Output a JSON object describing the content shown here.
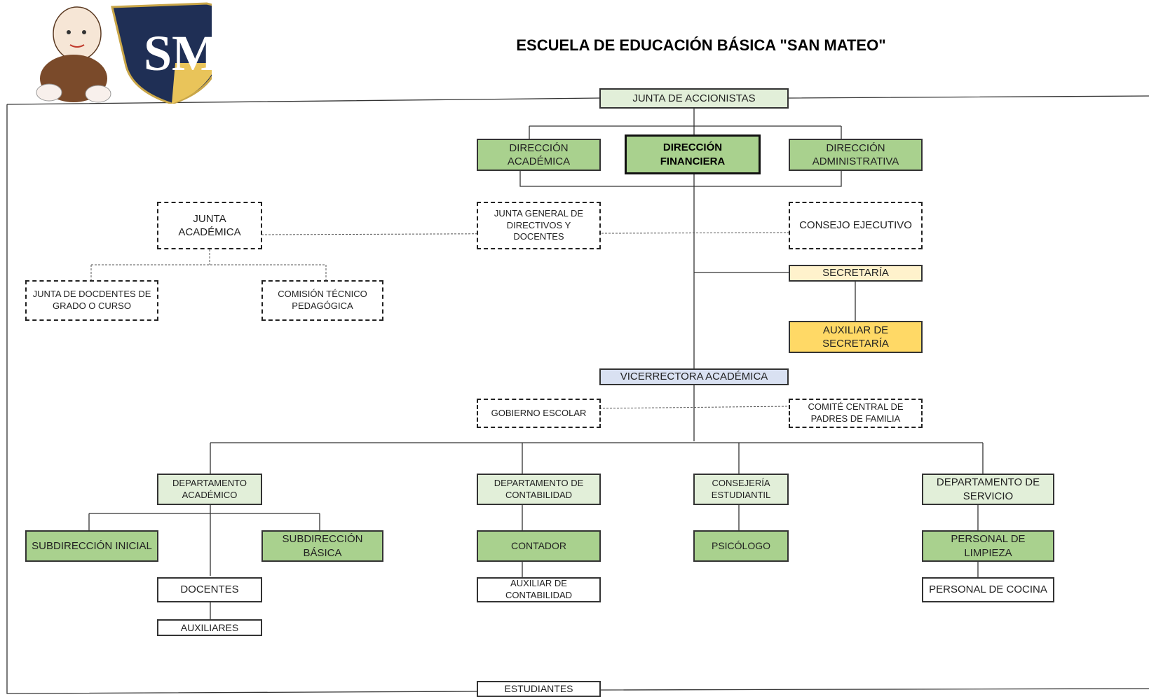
{
  "title": "ESCUELA DE EDUCACIÓN BÁSICA \"SAN MATEO\"",
  "logo": {
    "icon": "school-logo-friar-shield",
    "letters": "SM",
    "colors": {
      "shield": "#1f2f55",
      "gold": "#e9c45a",
      "habit": "#7a4a2a"
    }
  },
  "nodes": {
    "junta_accionistas": "JUNTA DE ACCIONISTAS",
    "direccion_academica": "DIRECCIÓN ACADÉMICA",
    "direccion_financiera": "DIRECCIÓN FINANCIERA",
    "direccion_administrativa": "DIRECCIÓN ADMINISTRATIVA",
    "junta_academica": "JUNTA ACADÉMICA",
    "junta_general": "JUNTA GENERAL DE DIRECTIVOS Y DOCENTES",
    "consejo_ejecutivo": "CONSEJO EJECUTIVO",
    "junta_docentes": "JUNTA DE DOCDENTES DE GRADO O CURSO",
    "comision_tecnico": "COMISIÓN TÉCNICO PEDAGÓGICA",
    "secretaria": "SECRETARÍA",
    "auxiliar_secretaria": "AUXILIAR DE SECRETARÍA",
    "vicerrectora": "VICERRECTORA ACADÉMICA",
    "gobierno_escolar": "GOBIERNO ESCOLAR",
    "comite_central": "COMITÉ CENTRAL DE PADRES DE FAMILIA",
    "depto_academico": "DEPARTAMENTO ACADÉMICO",
    "depto_contabilidad": "DEPARTAMENTO DE CONTABILIDAD",
    "consejeria": "CONSEJERÍA ESTUDIANTIL",
    "depto_servicio": "DEPARTAMENTO DE SERVICIO",
    "subdireccion_inicial": "SUBDIRECCIÓN INICIAL",
    "subdireccion_basica": "SUBDIRECCIÓN BÁSICA",
    "contador": "CONTADOR",
    "psicologo": "PSICÓLOGO",
    "personal_limpieza": "PERSONAL DE LIMPIEZA",
    "docentes": "DOCENTES",
    "auxiliar_contabilidad": "AUXILIAR DE CONTABILIDAD",
    "personal_cocina": "PERSONAL DE COCINA",
    "auxiliares": "AUXILIARES",
    "estudiantes": "ESTUDIANTES"
  },
  "colors": {
    "light_green": "#e2efd9",
    "green": "#a9d18e",
    "yellow": "#ffd966",
    "light_yellow": "#fff2cc",
    "light_blue": "#d9e1f2"
  }
}
